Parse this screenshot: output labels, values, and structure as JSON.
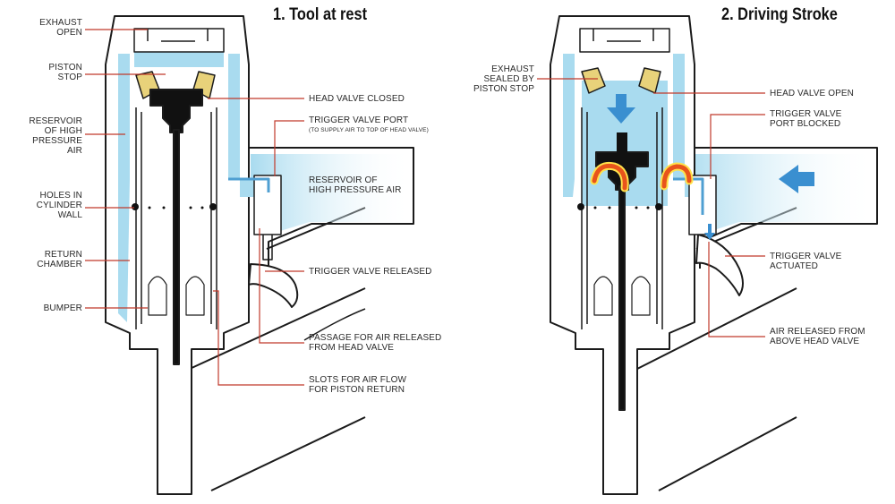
{
  "panels": [
    {
      "title": "1. Tool at rest",
      "labels": {
        "exhaust": "EXHAUST\nOPEN",
        "piston_stop": "PISTON\nSTOP",
        "reservoir": "RESERVOIR\nOF HIGH\nPRESSURE\nAIR",
        "holes": "HOLES IN\nCYLINDER\nWALL",
        "return_chamber": "RETURN\nCHAMBER",
        "bumper": "BUMPER",
        "head_valve": "HEAD VALVE CLOSED",
        "trigger_port": "TRIGGER VALVE PORT",
        "trigger_port_note": "(TO SUPPLY AIR TO TOP OF HEAD VALVE)",
        "reservoir_right": "RESERVOIR OF\nHIGH PRESSURE AIR",
        "trigger_released": "TRIGGER VALVE RELEASED",
        "passage": "PASSAGE FOR AIR RELEASED\nFROM HEAD VALVE",
        "slots": "SLOTS FOR AIR FLOW\nFOR PISTON RETURN"
      }
    },
    {
      "title": "2. Driving Stroke",
      "labels": {
        "exhaust_sealed": "EXHAUST\nSEALED BY\nPISTON STOP",
        "head_valve": "HEAD VALVE OPEN",
        "trigger_port": "TRIGGER VALVE\nPORT BLOCKED",
        "trigger_actuated": "TRIGGER VALVE\nACTUATED",
        "air_released": "AIR RELEASED FROM\nABOVE HEAD VALVE"
      }
    }
  ],
  "colors": {
    "air": "#a9dbef",
    "air_dark": "#4f9fd2",
    "leader": "#c0392b",
    "flow_arrow": "#e8541b",
    "flow_glow": "#ffe14a",
    "brass": "#e8d27a",
    "outline": "#1b1b1b"
  }
}
